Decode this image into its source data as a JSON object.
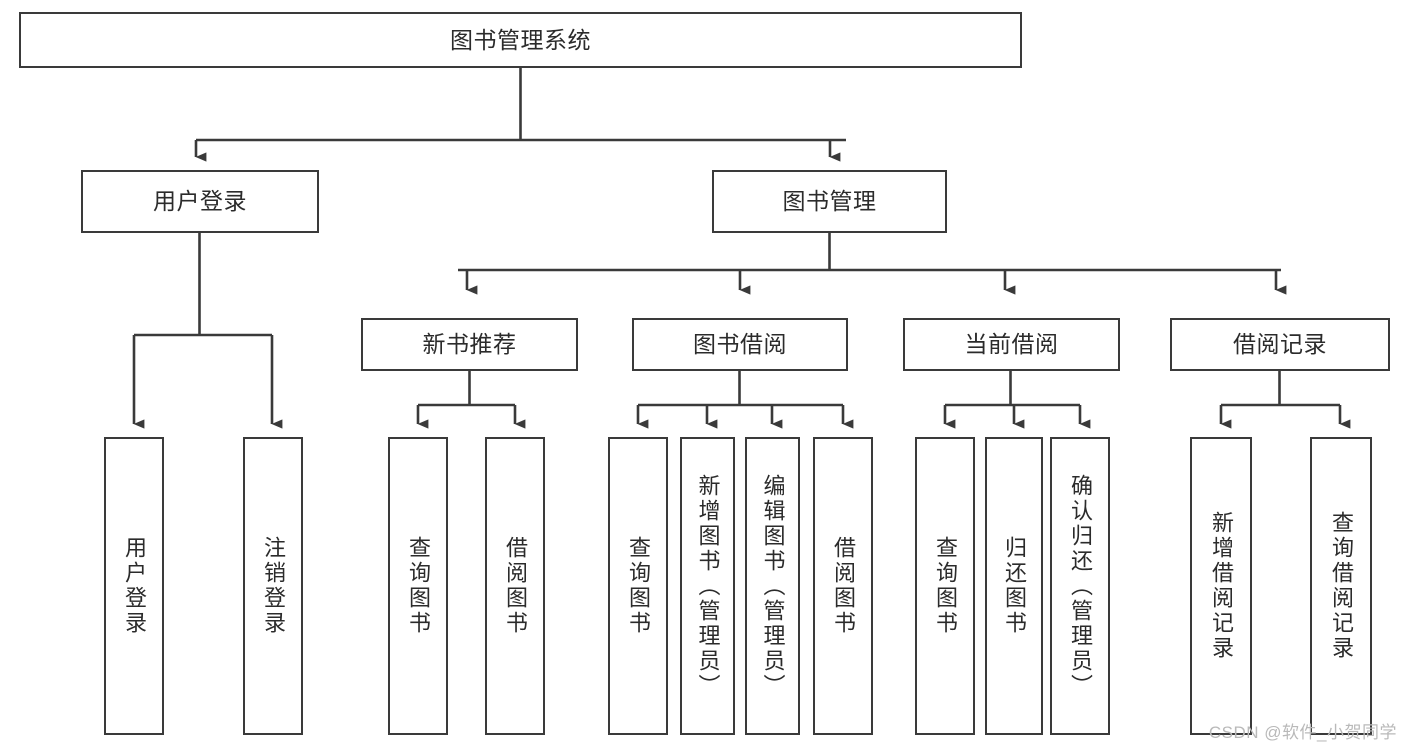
{
  "diagram": {
    "type": "tree-hierarchy",
    "title": "图书管理系统",
    "watermark": "CSDN @软件_小贺同学",
    "colors": {
      "stroke": "#3a3a3a",
      "text": "#2b2b2b",
      "background": "#ffffff",
      "watermark": "#b9b9b9"
    },
    "nodes": {
      "root": {
        "label": "图书管理系统"
      },
      "level1": [
        {
          "label": "用户登录"
        },
        {
          "label": "图书管理"
        }
      ],
      "level2": [
        {
          "label": "新书推荐"
        },
        {
          "label": "图书借阅"
        },
        {
          "label": "当前借阅"
        },
        {
          "label": "借阅记录"
        }
      ],
      "leaves_user_login": [
        {
          "label": "用户登录"
        },
        {
          "label": "注销登录"
        }
      ],
      "leaves_new_book": [
        {
          "label": "查询图书"
        },
        {
          "label": "借阅图书"
        }
      ],
      "leaves_borrow": [
        {
          "label": "查询图书"
        },
        {
          "label": "新增图书（管理员）"
        },
        {
          "label": "编辑图书（管理员）"
        },
        {
          "label": "借阅图书"
        }
      ],
      "leaves_current": [
        {
          "label": "查询图书"
        },
        {
          "label": "归还图书"
        },
        {
          "label": "确认归还（管理员）"
        }
      ],
      "leaves_records": [
        {
          "label": "新增借阅记录"
        },
        {
          "label": "查询借阅记录"
        }
      ]
    }
  }
}
